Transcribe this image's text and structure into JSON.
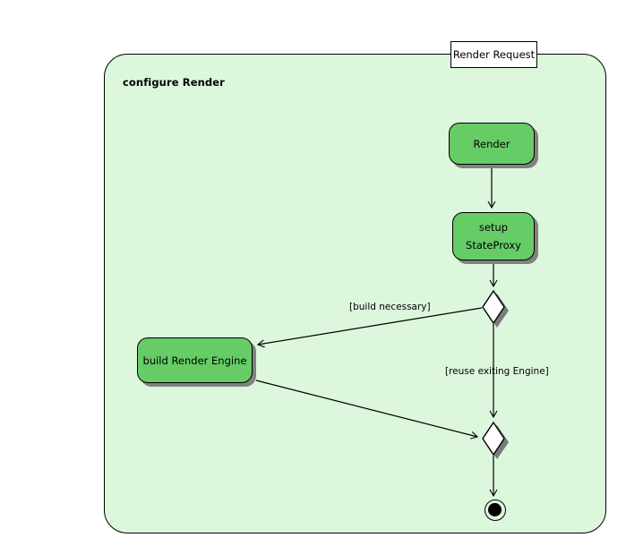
{
  "diagram": {
    "kind": "uml-activity-diagram",
    "title_box": {
      "label": "Render Request"
    },
    "partition": {
      "label": "configure Render"
    },
    "colors": {
      "partition_fill": "#ddf7dd",
      "action_fill": "#66cc66",
      "shadow": "#7a7a7a",
      "stroke": "#000000",
      "title_box_fill": "#ffffff",
      "diamond_fill": "#ffffff",
      "final_node_fill": "#000000"
    },
    "nodes": [
      {
        "id": "render",
        "type": "action",
        "label": "Render"
      },
      {
        "id": "setup",
        "type": "action",
        "label_line1": "setup",
        "label_line2": "StateProxy"
      },
      {
        "id": "build",
        "type": "action",
        "label": "build Render Engine"
      },
      {
        "id": "decision",
        "type": "decision",
        "label": ""
      },
      {
        "id": "merge",
        "type": "merge",
        "label": ""
      },
      {
        "id": "final",
        "type": "final",
        "label": ""
      }
    ],
    "edges": [
      {
        "from": "render",
        "to": "setup",
        "guard": ""
      },
      {
        "from": "setup",
        "to": "decision",
        "guard": ""
      },
      {
        "from": "decision",
        "to": "build",
        "guard": "[build necessary]"
      },
      {
        "from": "decision",
        "to": "merge",
        "guard": "[reuse exiting Engine]"
      },
      {
        "from": "build",
        "to": "merge",
        "guard": ""
      },
      {
        "from": "merge",
        "to": "final",
        "guard": ""
      }
    ],
    "labels": {
      "build_necessary": "[build necessary]",
      "reuse_exiting_engine": "[reuse exiting Engine]"
    }
  }
}
